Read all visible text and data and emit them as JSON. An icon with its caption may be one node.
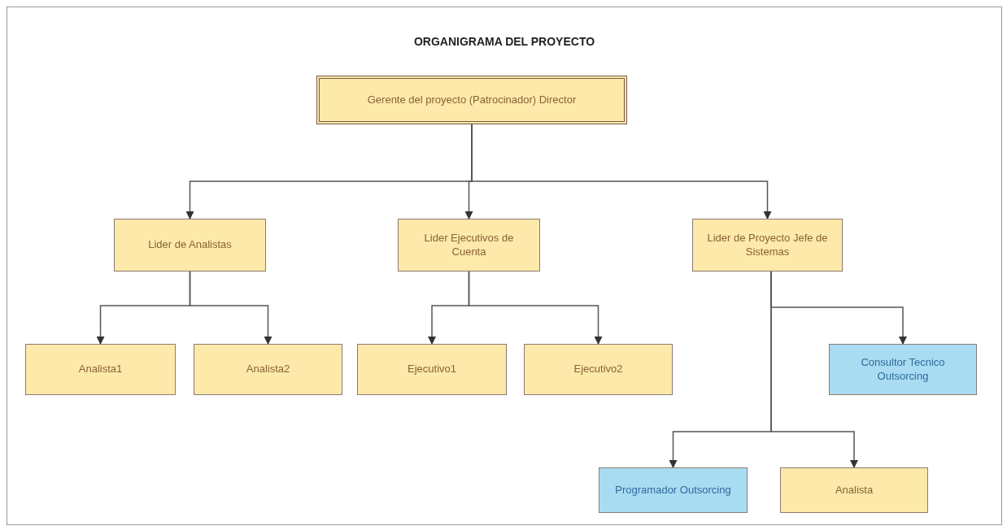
{
  "diagram": {
    "title": "ORGANIGRAMA DEL PROYECTO",
    "nodes": [
      {
        "text": [
          "Gerente del proyecto (Patrocinador) Director"
        ]
      },
      {
        "text": [
          "Lider de Analistas"
        ]
      },
      {
        "text": [
          "Lider Ejecutivos de Cuenta"
        ]
      },
      {
        "text": [
          "Lider de Proyecto Jefe de Sistemas"
        ]
      },
      {
        "text": [
          "Analista1"
        ]
      },
      {
        "text": [
          "Analista2"
        ]
      },
      {
        "text": [
          "Ejecutivo1"
        ]
      },
      {
        "text": [
          "Ejecutivo2"
        ]
      },
      {
        "text": [
          "Consultor Tecnico Outsorcing"
        ]
      },
      {
        "text": [
          "Programador Outsorcing"
        ]
      },
      {
        "text": [
          "Analista"
        ]
      }
    ],
    "edges": [
      {
        "from": 0,
        "to": 1,
        "arrow": "to"
      },
      {
        "from": 0,
        "to": 2,
        "arrow": "to"
      },
      {
        "from": 0,
        "to": 3,
        "arrow": "to"
      },
      {
        "from": 1,
        "to": 4,
        "arrow": "to"
      },
      {
        "from": 1,
        "to": 5,
        "arrow": "to"
      },
      {
        "from": 2,
        "to": 6,
        "arrow": "to"
      },
      {
        "from": 2,
        "to": 7,
        "arrow": "to"
      },
      {
        "from": 3,
        "to": 8,
        "arrow": "to"
      },
      {
        "from": 3,
        "to": 9,
        "arrow": "to"
      },
      {
        "from": 3,
        "to": 10,
        "arrow": "to"
      }
    ]
  }
}
